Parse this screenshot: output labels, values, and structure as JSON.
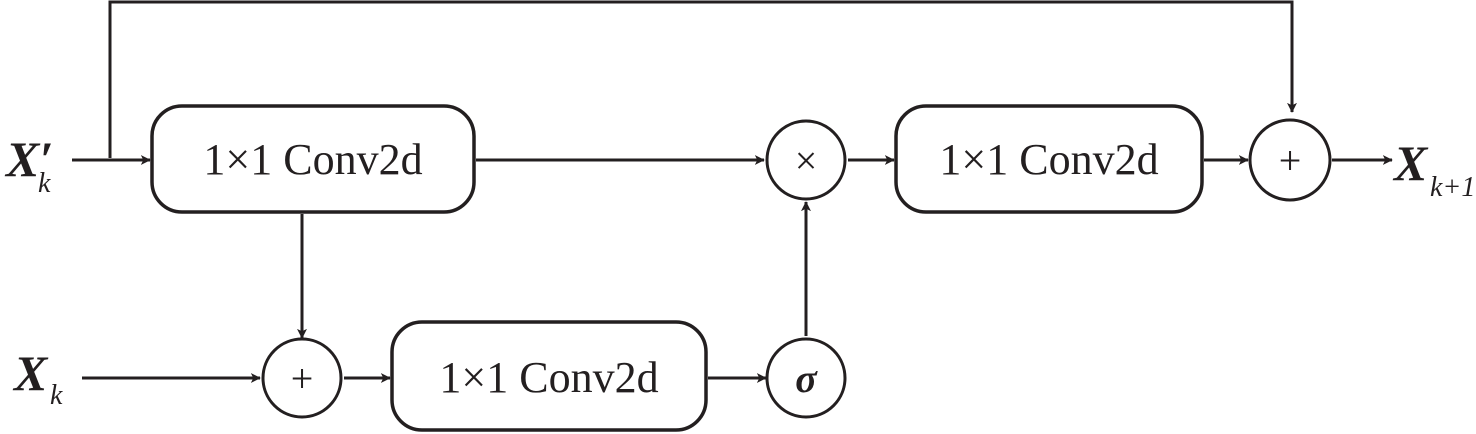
{
  "inputs": {
    "x_prime": {
      "base": "X",
      "prime": "′",
      "sub": "k"
    },
    "x": {
      "base": "X",
      "sub": "k"
    }
  },
  "output": {
    "base": "X",
    "sub": "k+1"
  },
  "blocks": {
    "conv_top_left": "1×1 Conv2d",
    "conv_bottom": "1×1 Conv2d",
    "conv_top_right": "1×1 Conv2d"
  },
  "operators": {
    "add_bottom": "+",
    "sigmoid": "σ",
    "multiply": "×",
    "add_final": "+"
  }
}
